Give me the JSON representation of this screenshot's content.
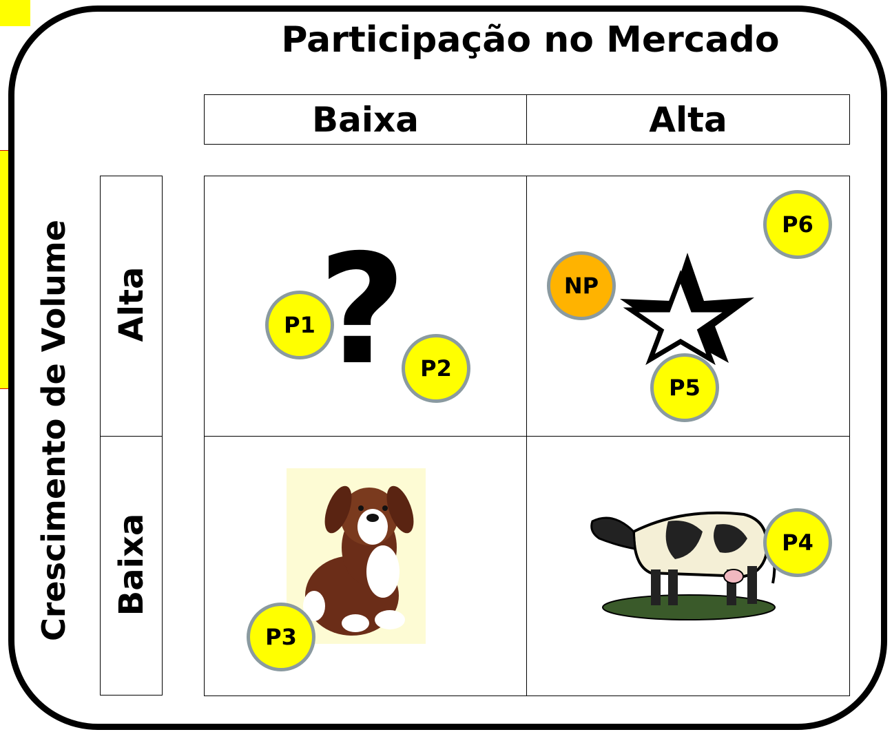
{
  "title": "Participação no Mercado",
  "columns": [
    "Baixa",
    "Alta"
  ],
  "axis_label": "Crescimento de Volume",
  "rows": [
    "Alta",
    "Baixa"
  ],
  "quadrant_icons": [
    "question-mark",
    "star",
    "dog",
    "cow"
  ],
  "question_mark": "?",
  "bubbles": {
    "p1": "P1",
    "p2": "P2",
    "p3": "P3",
    "p4": "P4",
    "p5": "P5",
    "p6": "P6",
    "np": "NP"
  },
  "colors": {
    "bubble": "#ffff00",
    "bubble_np": "#ffb300",
    "bubble_border": "#8a9aa0",
    "frame": "#000000"
  }
}
